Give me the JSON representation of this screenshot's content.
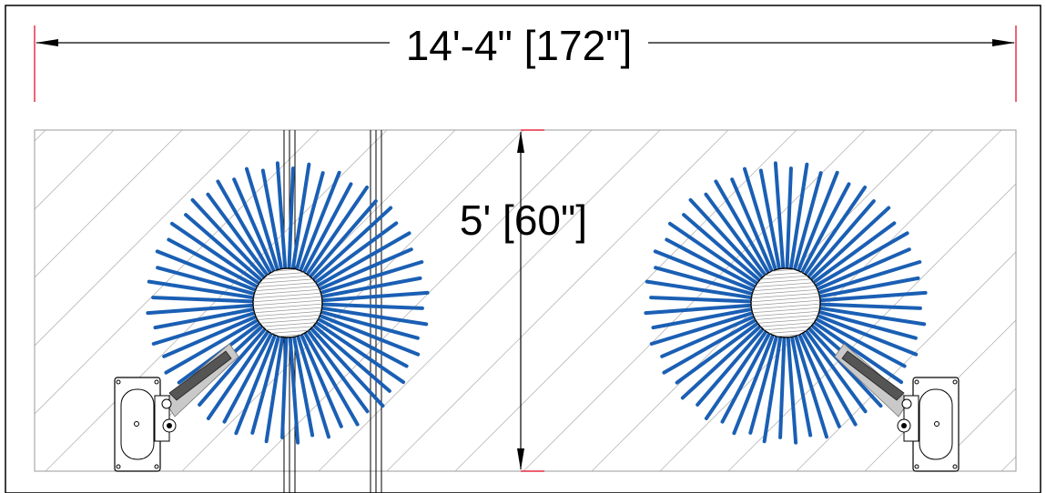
{
  "drawing": {
    "width_dimension": "14'-4\" [172\"]",
    "height_dimension": "5' [60\"]"
  },
  "colors": {
    "brush": "#1a5fb4",
    "line": "#000000",
    "extension_mark": "#e0001a",
    "hatch": "#b8b8b8",
    "arm": "#c9c9c9"
  },
  "components": {
    "brush_count": 2,
    "mount_count": 2
  }
}
